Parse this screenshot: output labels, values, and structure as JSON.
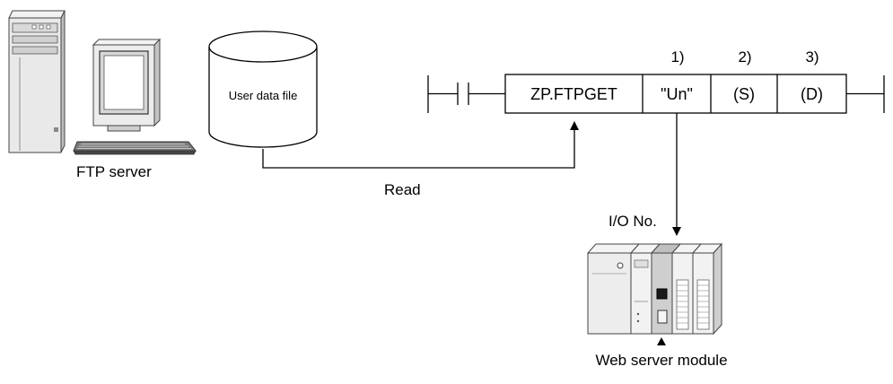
{
  "ftp_server": {
    "label": "FTP server"
  },
  "data_file": {
    "label": "User data file"
  },
  "read_label": "Read",
  "instruction": {
    "name": "ZP.FTPGET",
    "operands": [
      "\"Un\"",
      "(S)",
      "(D)"
    ],
    "operand_numbers": [
      "1)",
      "2)",
      "3)"
    ]
  },
  "io_label": "I/O No.",
  "web_module": {
    "label": "Web server module"
  }
}
